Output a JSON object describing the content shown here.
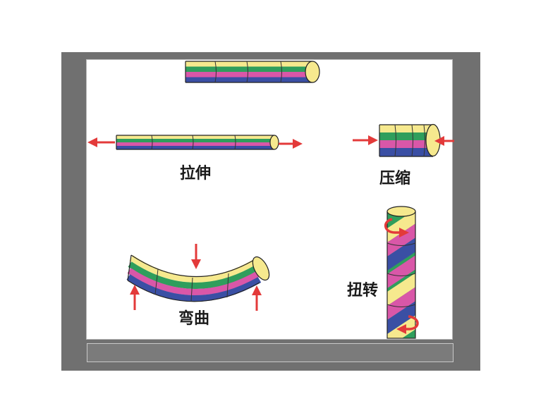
{
  "labels": {
    "stretch": "拉伸",
    "compress": "压缩",
    "bend": "弯曲",
    "twist": "扭转"
  },
  "colors": {
    "yellow": "#f6e98e",
    "green": "#2f9e5c",
    "pink": "#d957a8",
    "blue": "#3a4fa4",
    "arrow": "#e33a3a",
    "outline": "#222222",
    "frame": "#707070"
  },
  "icons": [
    "arrow-left-icon",
    "arrow-right-icon",
    "arrow-down-icon",
    "arrow-up-icon",
    "rotate-arrow-icon"
  ]
}
